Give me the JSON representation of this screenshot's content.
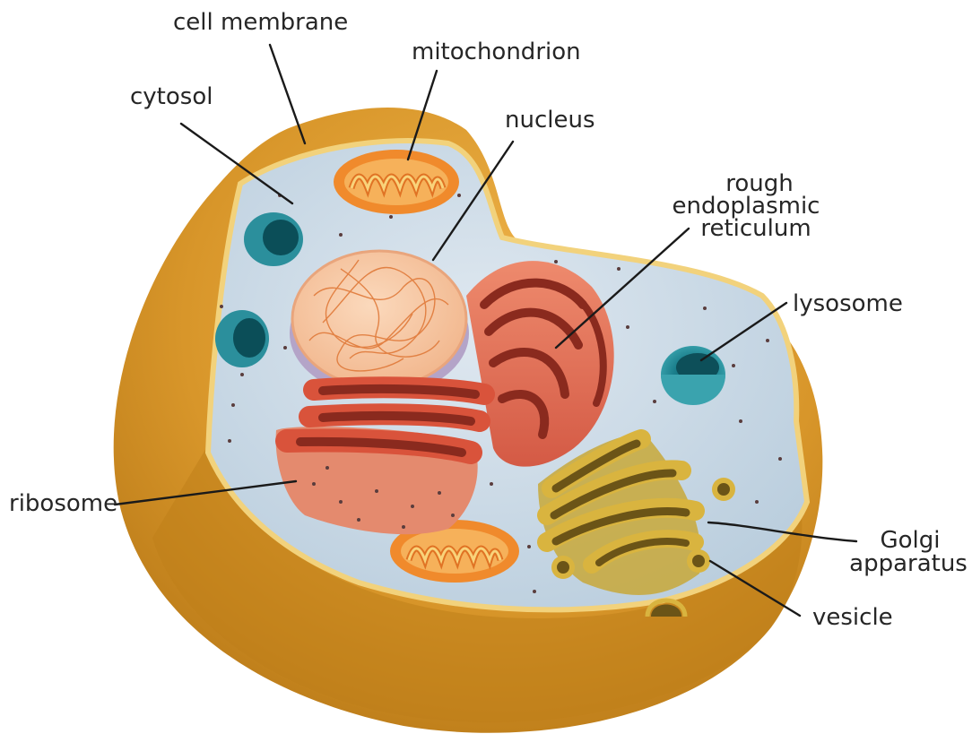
{
  "diagram": {
    "labels": {
      "cell_membrane": "cell membrane",
      "mitochondrion": "mitochondrion",
      "cytosol": "cytosol",
      "nucleus": "nucleus",
      "rough_er_1": "rough",
      "rough_er_2": "endoplasmic",
      "rough_er_3": "reticulum",
      "lysosome": "lysosome",
      "ribosome": "ribosome",
      "golgi_1": "Golgi",
      "golgi_2": "apparatus",
      "vesicle": "vesicle"
    },
    "colors": {
      "wall_outer": "#c98a1e",
      "wall_light": "#e3a63c",
      "membrane_edge": "#f4d27a",
      "cytosol": "#c9d9e6",
      "nucleus": "#f6c9a4",
      "nucleus_strands": "#e07a3a",
      "er": "#d9533b",
      "er_light": "#e98a6c",
      "mitochondrion": "#f08a2c",
      "mito_inner": "#f9d37a",
      "lysosome": "#1f7f8c",
      "golgi": "#d9b43f",
      "golgi_dark": "#6b5417"
    }
  }
}
